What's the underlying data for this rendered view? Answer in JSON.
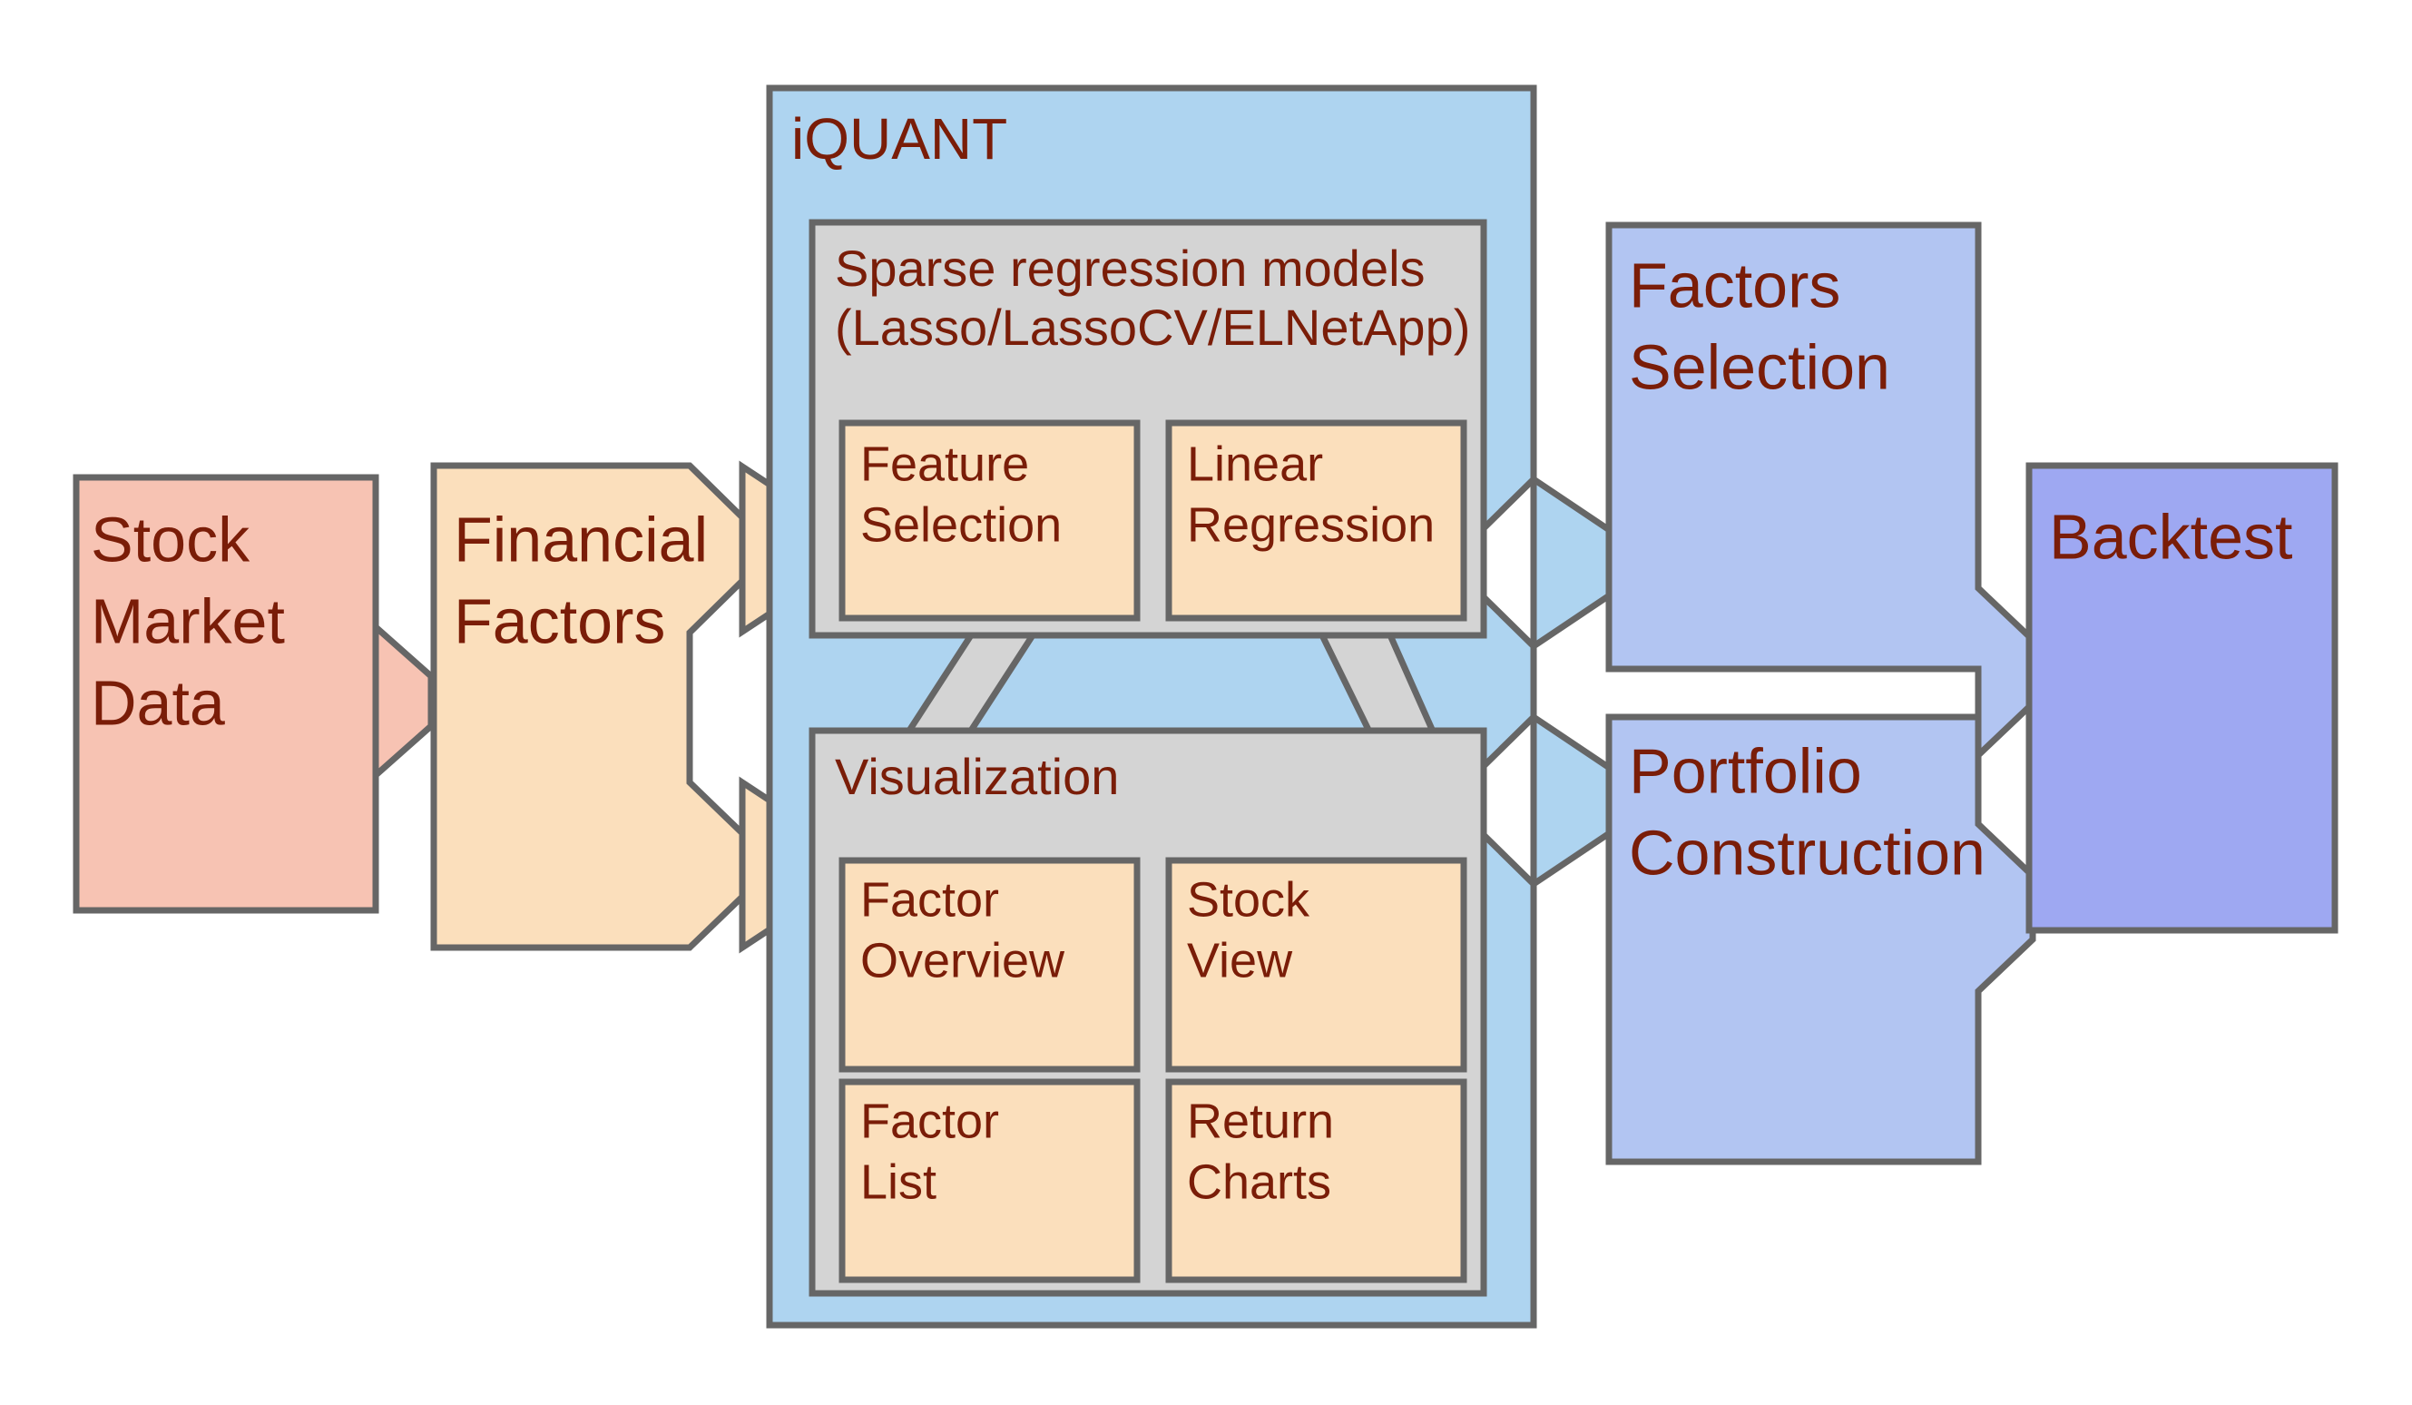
{
  "diagram": {
    "title": "iQUANT system architecture flow",
    "type": "flowchart",
    "background": "#ffffff"
  },
  "palette": {
    "stroke": "#666666",
    "text": "#7a1d08",
    "stock_market_data_fill": "#f7c3b3",
    "financial_factors_fill": "#fbdfbc",
    "iquant_panel_fill": "#aed4f0",
    "group_box_fill": "#d4d4d4",
    "leaf_box_fill": "#fbdfbc",
    "factors_selection_fill": "#b2c5f2",
    "portfolio_construction_fill": "#b2c5f2",
    "backtest_fill": "#9ea8f2",
    "connector_blue_fill": "#aed4f0",
    "connector_gray_fill": "#d4d4d4"
  },
  "nodes": {
    "stock_market_data": {
      "label_lines": [
        "Stock",
        "Market",
        "Data"
      ],
      "label": "Stock Market Data"
    },
    "financial_factors": {
      "label_lines": [
        "Financial",
        "Factors"
      ],
      "label": "Financial Factors"
    },
    "iquant_panel": {
      "label": "iQUANT"
    },
    "sparse_regression_group": {
      "label_lines": [
        "Sparse regression models",
        "(Lasso/LassoCV/ELNetApp)"
      ],
      "label": "Sparse regression models (Lasso/LassoCV/ELNetApp)",
      "children": [
        {
          "label_lines": [
            "Feature",
            "Selection"
          ],
          "label": "Feature Selection"
        },
        {
          "label_lines": [
            "Linear",
            "Regression"
          ],
          "label": "Linear Regression"
        }
      ]
    },
    "visualization_group": {
      "label": "Visualization",
      "children": [
        {
          "label_lines": [
            "Factor",
            "Overview"
          ],
          "label": "Factor Overview"
        },
        {
          "label_lines": [
            "Stock",
            "View"
          ],
          "label": "Stock View"
        },
        {
          "label_lines": [
            "Factor",
            "List"
          ],
          "label": "Factor List"
        },
        {
          "label_lines": [
            "Return",
            "Charts"
          ],
          "label": "Return Charts"
        }
      ]
    },
    "factors_selection": {
      "label_lines": [
        "Factors",
        "Selection"
      ],
      "label": "Factors Selection"
    },
    "portfolio_construction": {
      "label_lines": [
        "Portfolio",
        "Construction"
      ],
      "label": "Portfolio Construction"
    },
    "backtest": {
      "label": "Backtest"
    }
  },
  "flow": {
    "edges": [
      {
        "from": "Stock Market Data",
        "to": "Financial Factors"
      },
      {
        "from": "Financial Factors",
        "to": "Sparse regression models"
      },
      {
        "from": "Financial Factors",
        "to": "Visualization"
      },
      {
        "from": "Feature Selection",
        "to": "Visualization"
      },
      {
        "from": "Linear Regression",
        "to": "Visualization"
      },
      {
        "from": "iQUANT",
        "to": "Factors Selection"
      },
      {
        "from": "iQUANT",
        "to": "Portfolio Construction"
      },
      {
        "from": "Factors Selection",
        "to": "Backtest"
      },
      {
        "from": "Portfolio Construction",
        "to": "Backtest"
      }
    ]
  }
}
